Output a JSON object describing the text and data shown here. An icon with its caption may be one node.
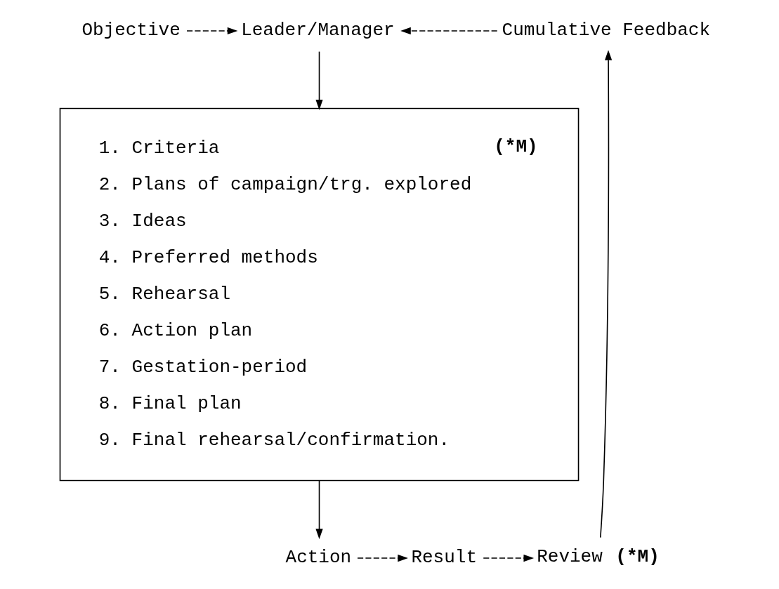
{
  "diagram": {
    "nodes": [
      {
        "text": [
          "Objective"
        ]
      },
      {
        "text": [
          "Leader/Manager"
        ]
      },
      {
        "text": [
          "Cumulative Feedback"
        ]
      },
      {
        "text": [
          "1. Criteria",
          "(*M)",
          "2. Plans of campaign/trg. explored",
          "3. Ideas",
          "4. Preferred methods",
          "5. Rehearsal",
          "6. Action plan",
          "7. Gestation-period",
          "8. Final plan",
          "9. Final rehearsal/confirmation."
        ]
      },
      {
        "text": [
          "Action"
        ]
      },
      {
        "text": [
          "Result"
        ]
      },
      {
        "text": [
          "Review"
        ],
        "beside": [
          "(*M)"
        ]
      }
    ],
    "edges": [
      {
        "from": 0,
        "to": 1,
        "arrow": "to",
        "style": "dashed"
      },
      {
        "from": 2,
        "to": 1,
        "arrow": "to",
        "style": "dashed"
      },
      {
        "from": 1,
        "to": 3,
        "arrow": "to"
      },
      {
        "from": 3,
        "to": 4,
        "arrow": "to"
      },
      {
        "from": 4,
        "to": 5,
        "arrow": "to",
        "style": "dashed"
      },
      {
        "from": 5,
        "to": 6,
        "arrow": "to",
        "style": "dashed"
      },
      {
        "from": 6,
        "to": 2,
        "arrow": "to"
      }
    ]
  }
}
